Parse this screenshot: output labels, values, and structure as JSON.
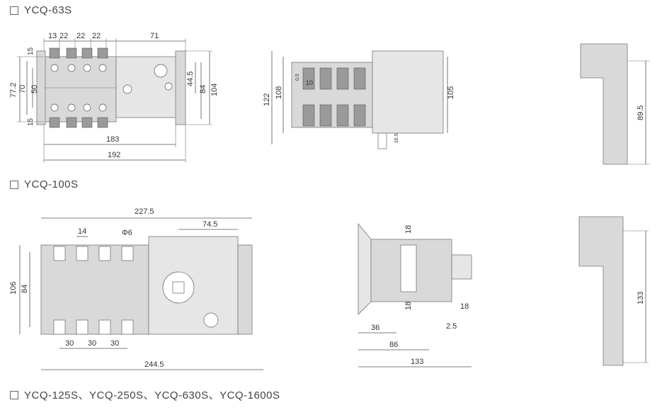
{
  "titles": {
    "s1": "YCQ-63S",
    "s2": "YCQ-100S",
    "s3": "YCQ-125S、YCQ-250S、YCQ-630S、YCQ-1600S"
  },
  "dims63_front": {
    "d13": "13",
    "d22a": "22",
    "d22b": "22",
    "d22c": "22",
    "d71": "71",
    "d15a": "15",
    "d15b": "15",
    "d77": "77.2",
    "d70": "70",
    "d50": "50",
    "d445": "44.5",
    "d84": "84",
    "d104": "104",
    "d183": "183",
    "d192": "192"
  },
  "dims63_side": {
    "d122": "122",
    "d108": "108",
    "d05": "0.5",
    "d10": "10",
    "d105": "105",
    "d165": "16.5"
  },
  "dims63_end": {
    "d895": "89.5"
  },
  "dims100_front": {
    "d2275": "227.5",
    "d14": "14",
    "phi6": "Φ6",
    "d745": "74.5",
    "d106": "106",
    "d84": "84",
    "d30a": "30",
    "d30b": "30",
    "d30c": "30",
    "d2445": "244.5"
  },
  "dims100_side": {
    "d18a": "18",
    "d18b": "18",
    "d18c": "18",
    "d36": "36",
    "d25": "2.5",
    "d86": "86",
    "d133": "133"
  },
  "dims100_end": {
    "d133": "133"
  }
}
